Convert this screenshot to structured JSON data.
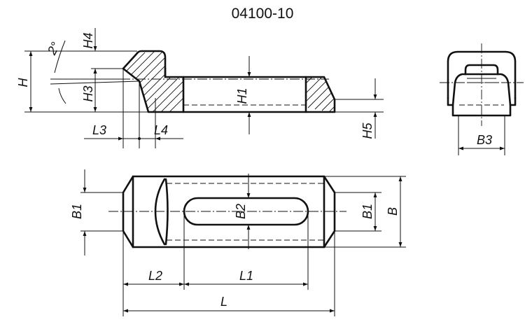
{
  "title": "04100-10",
  "labels": {
    "H": "H",
    "H1": "H1",
    "H3": "H3",
    "H4": "H4",
    "H5": "H5",
    "L": "L",
    "L1": "L1",
    "L2": "L2",
    "L3": "L3",
    "L4": "L4",
    "B": "B",
    "B1_left": "B1",
    "B1_right": "B1",
    "B2": "B2",
    "B3": "B3",
    "angle": "2°"
  }
}
